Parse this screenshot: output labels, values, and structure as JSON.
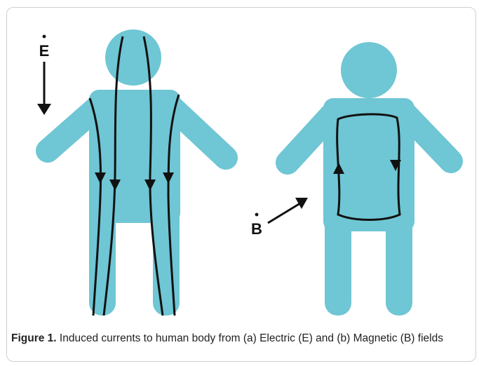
{
  "figure": {
    "caption_lead": "Figure 1.",
    "caption_text": " Induced currents to human body from (a) Electric (E) and (b) Magnetic (B) fields",
    "left_panel": {
      "field_label": "E",
      "field_arrow_direction": "down",
      "current_paths": 4,
      "current_direction": "downward"
    },
    "right_panel": {
      "field_label": "B",
      "field_arrow_direction": "up-right",
      "current_loop": "closed loop in torso"
    },
    "colors": {
      "body": "#6fc6d4",
      "lines": "#111111"
    }
  }
}
